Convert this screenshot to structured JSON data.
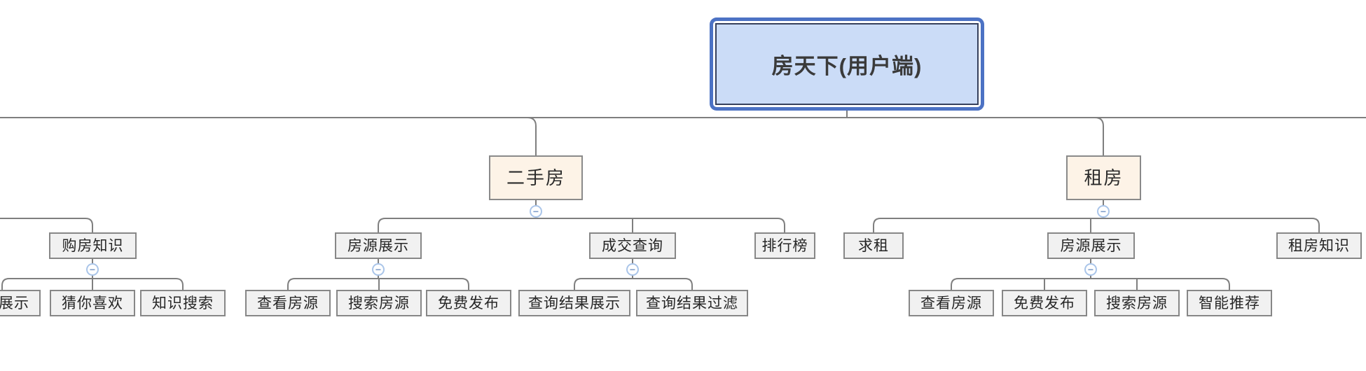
{
  "root": {
    "label": "房天下(用户端)"
  },
  "icons": {
    "collapse": "−"
  },
  "branches": {
    "knowledge": {
      "label": "购房知识",
      "children": [
        {
          "label": "展示"
        },
        {
          "label": "猜你喜欢"
        },
        {
          "label": "知识搜索"
        }
      ]
    },
    "secondhand": {
      "label": "二手房",
      "children": [
        {
          "label": "房源展示",
          "children": [
            {
              "label": "查看房源"
            },
            {
              "label": "搜索房源"
            },
            {
              "label": "免费发布"
            }
          ]
        },
        {
          "label": "成交查询",
          "children": [
            {
              "label": "查询结果展示"
            },
            {
              "label": "查询结果过滤"
            }
          ]
        },
        {
          "label": "排行榜"
        }
      ]
    },
    "rental": {
      "label": "租房",
      "children": [
        {
          "label": "求租"
        },
        {
          "label": "房源展示",
          "children": [
            {
              "label": "查看房源"
            },
            {
              "label": "免费发布"
            },
            {
              "label": "搜索房源"
            },
            {
              "label": "智能推荐"
            }
          ]
        },
        {
          "label": "租房知识"
        }
      ]
    }
  },
  "colors": {
    "root_fill": "#cbdcf7",
    "root_border": "#4c72c4",
    "root_inner_border": "#36405c",
    "branch_fill": "#fdf3e7",
    "node_fill": "#f1f1f1",
    "node_border": "#878787",
    "line": "#7f7f7f",
    "collapse_border": "#aac5e9",
    "collapse_glyph_color": "#7d9cc9"
  }
}
